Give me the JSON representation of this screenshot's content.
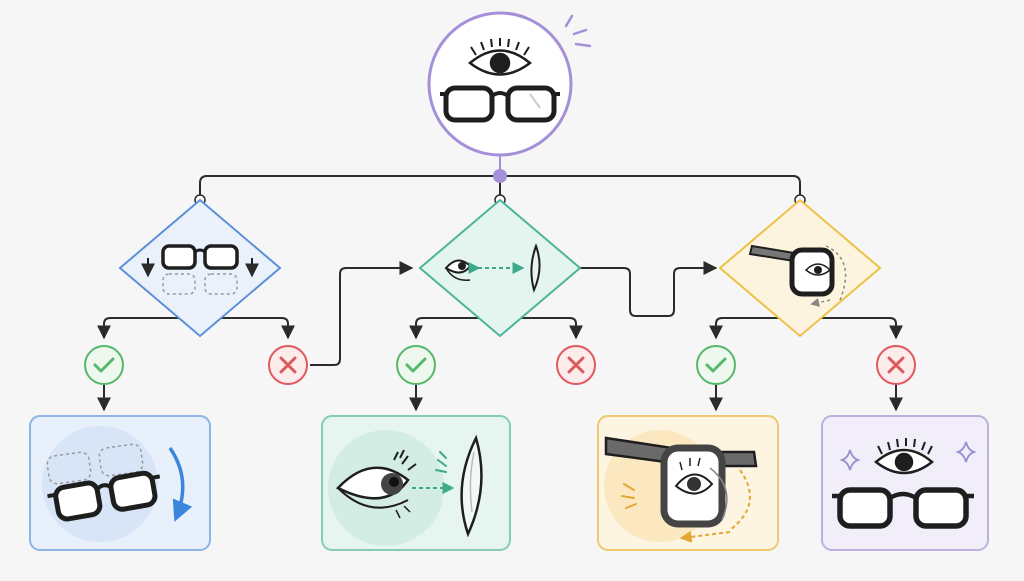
{
  "diagram": {
    "root": {
      "icon": "eye-over-glasses",
      "accent": "#a48fd8"
    },
    "decisions": [
      {
        "id": "slip-check",
        "icon": "glasses-slipping-down",
        "color": "#5b8fd9",
        "fill": "#eaf1fb"
      },
      {
        "id": "distance-check",
        "icon": "eye-to-lens-distance",
        "color": "#4bb59a",
        "fill": "#e4f4ef"
      },
      {
        "id": "fit-check",
        "icon": "temple-arm-fit",
        "color": "#efc045",
        "fill": "#fdf4df"
      }
    ],
    "outcomes": [
      {
        "id": "adjust-frame-fit",
        "icon": "glasses-rotating",
        "color": "#8fb4e6",
        "fill": "#e8f0fb"
      },
      {
        "id": "adjust-lens-distance",
        "icon": "eye-lens-distance",
        "color": "#86cbb5",
        "fill": "#e6f5f0"
      },
      {
        "id": "adjust-temple-arms",
        "icon": "temple-arm-adjust",
        "color": "#f0c870",
        "fill": "#fdf4e1"
      },
      {
        "id": "good-fit",
        "icon": "eye-over-glasses-sparkle",
        "color": "#bcb0e0",
        "fill": "#f1eefa"
      }
    ],
    "yes_color": "#58b86a",
    "no_color": "#e0575c",
    "connector_color": "#2b2b2b"
  }
}
